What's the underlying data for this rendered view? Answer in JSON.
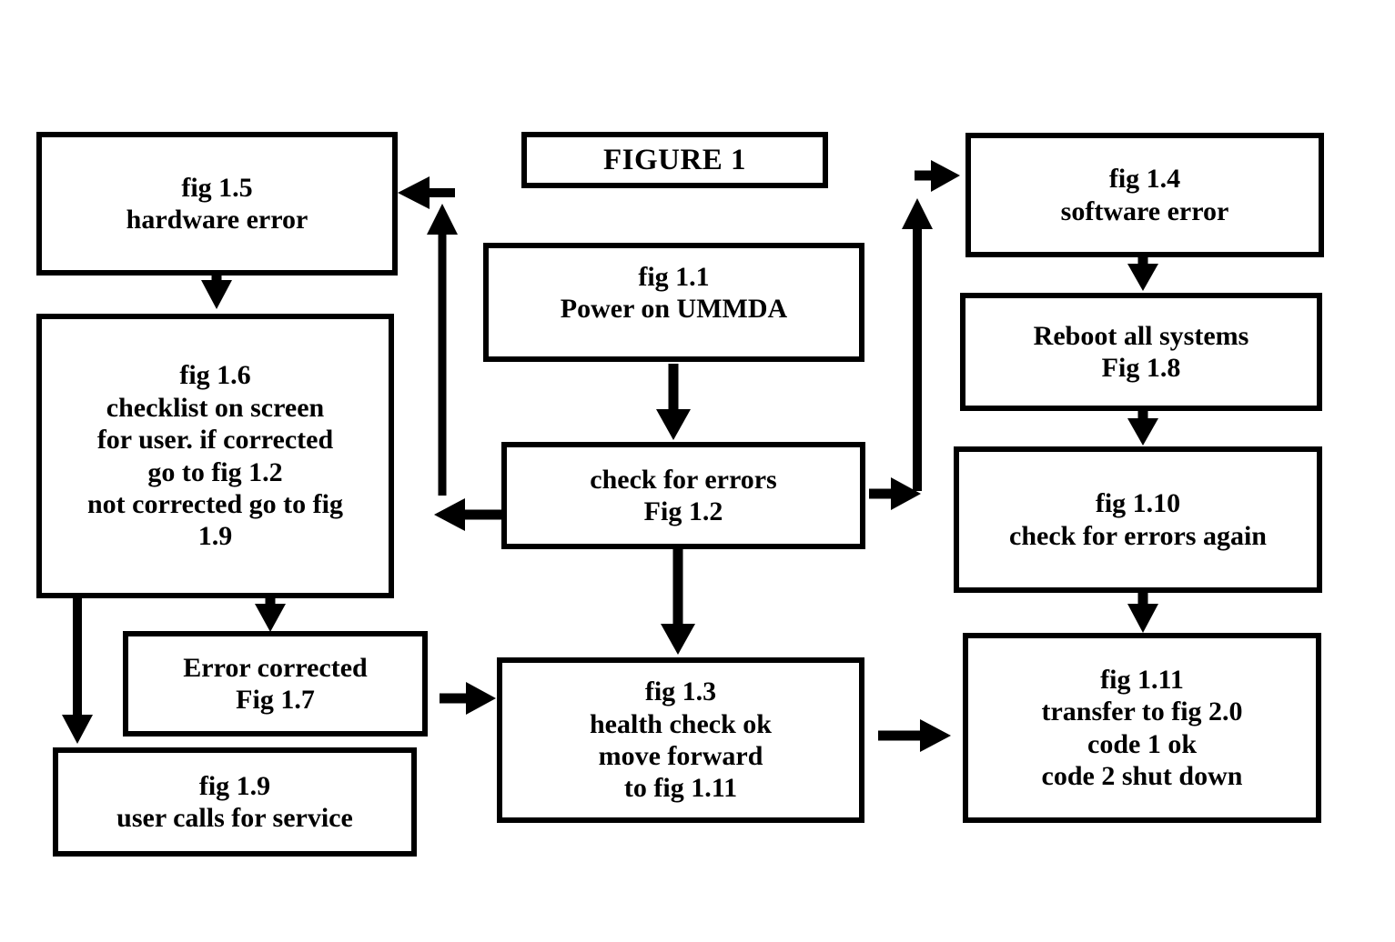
{
  "figure": {
    "title_box": {
      "label": "FIGURE 1"
    },
    "nodes": [
      {
        "id": "fig1_5",
        "name": "node-fig-1-5-hardware-error",
        "lines": [
          "fig 1.5",
          "hardware error"
        ]
      },
      {
        "id": "fig1_6",
        "name": "node-fig-1-6-checklist",
        "lines": [
          "fig 1.6",
          "checklist on screen",
          "for user. if corrected",
          "go to fig 1.2",
          "not corrected go to fig",
          "1.9"
        ]
      },
      {
        "id": "fig1_7",
        "name": "node-fig-1-7-error-corrected",
        "lines": [
          "Error corrected",
          "Fig 1.7"
        ]
      },
      {
        "id": "fig1_9",
        "name": "node-fig-1-9-user-calls-for-service",
        "lines": [
          "fig 1.9",
          "user calls for service"
        ]
      },
      {
        "id": "fig1_1",
        "name": "node-fig-1-1-power-on",
        "lines": [
          "fig 1.1",
          "Power on UMMDA"
        ]
      },
      {
        "id": "fig1_2",
        "name": "node-fig-1-2-check-for-errors",
        "lines": [
          "check for errors",
          "Fig 1.2"
        ]
      },
      {
        "id": "fig1_3",
        "name": "node-fig-1-3-health-check",
        "lines": [
          "fig 1.3",
          "health check ok",
          "move forward",
          "to fig 1.11"
        ]
      },
      {
        "id": "fig1_4",
        "name": "node-fig-1-4-software-error",
        "lines": [
          "fig 1.4",
          "software error"
        ]
      },
      {
        "id": "fig1_8",
        "name": "node-fig-1-8-reboot-all-systems",
        "lines": [
          "Reboot all systems",
          "Fig 1.8"
        ]
      },
      {
        "id": "fig1_10",
        "name": "node-fig-1-10-check-errors-again",
        "lines": [
          "fig 1.10",
          "check for errors again"
        ]
      },
      {
        "id": "fig1_11",
        "name": "node-fig-1-11-transfer",
        "lines": [
          "fig 1.11",
          "transfer to fig 2.0",
          "code 1 ok",
          "code 2 shut down"
        ]
      }
    ],
    "connectors": [
      {
        "name": "arrow-fig-1-5-to-fig-1-6",
        "direction": "down"
      },
      {
        "name": "arrow-into-fig-1-5-left",
        "direction": "left"
      },
      {
        "name": "arrow-fig-1-2-up-to-fig-1-5",
        "direction": "up"
      },
      {
        "name": "arrow-fig-1-2-to-fig-1-6-left",
        "direction": "left"
      },
      {
        "name": "arrow-fig-1-6-to-fig-1-9",
        "direction": "down"
      },
      {
        "name": "arrow-fig-1-6-to-fig-1-7",
        "direction": "down"
      },
      {
        "name": "arrow-fig-1-7-to-fig-1-3",
        "direction": "right"
      },
      {
        "name": "arrow-fig-1-1-to-fig-1-2",
        "direction": "down"
      },
      {
        "name": "arrow-fig-1-2-to-fig-1-3",
        "direction": "down"
      },
      {
        "name": "arrow-fig-1-3-to-fig-1-11",
        "direction": "right"
      },
      {
        "name": "arrow-into-fig-1-4-right",
        "direction": "right"
      },
      {
        "name": "arrow-fig-1-2-up-to-fig-1-4",
        "direction": "up"
      },
      {
        "name": "arrow-fig-1-2-to-fig-1-10-right",
        "direction": "right"
      },
      {
        "name": "arrow-fig-1-4-to-fig-1-8",
        "direction": "down"
      },
      {
        "name": "arrow-fig-1-8-to-fig-1-10",
        "direction": "down"
      },
      {
        "name": "arrow-fig-1-10-to-fig-1-11",
        "direction": "down"
      }
    ],
    "colors": {
      "background": "#ffffff",
      "stroke": "#000000",
      "text": "#000000"
    }
  }
}
